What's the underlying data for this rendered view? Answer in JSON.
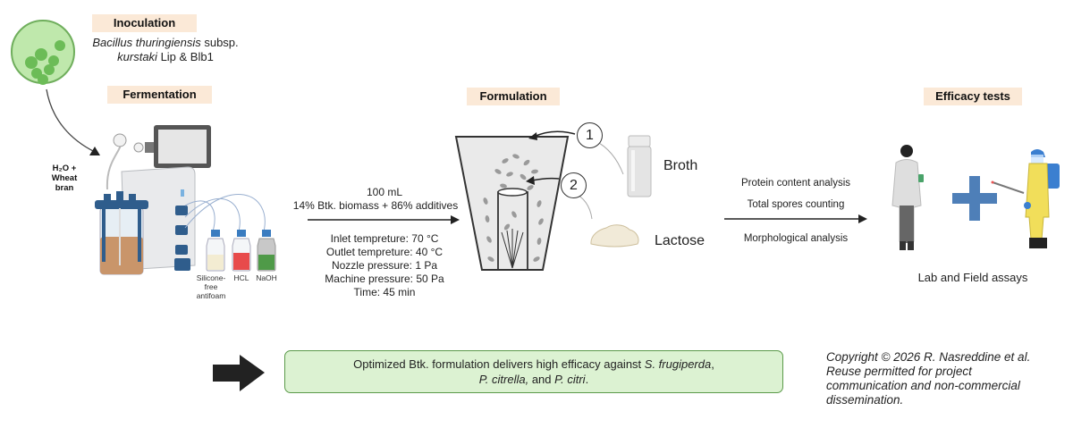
{
  "stages": {
    "inoculation": {
      "label": "Inoculation",
      "organism_line1_italic": "Bacillus thuringiensis",
      "organism_line1_rest": " subsp.",
      "organism_line2_italic": "kurstaki",
      "organism_line2_rest": " Lip & Blb1"
    },
    "fermentation": {
      "label": "Fermentation",
      "input_label_line1": "H₂O +",
      "input_label_line2": "Wheat",
      "input_label_line3": "bran",
      "bottles": [
        {
          "label_line1": "Silicone-",
          "label_line2": "free",
          "label_line3": "antifoam",
          "liquid_color": "#f3ecd2"
        },
        {
          "label_line1": "HCL",
          "label_line2": "",
          "label_line3": "",
          "liquid_color": "#e84b4b"
        },
        {
          "label_line1": "NaOH",
          "label_line2": "",
          "label_line3": "",
          "liquid_color": "#4f9a48"
        }
      ]
    },
    "spray_drying": {
      "volume": "100 mL",
      "composition": "14% Btk. biomass + 86% additives",
      "parameters": [
        "Inlet tempreture: 70 °C",
        "Outlet tempreture: 40 °C",
        "Nozzle pressure: 1 Pa",
        "Machine pressure: 50 Pa",
        "Time: 45 min"
      ]
    },
    "formulation": {
      "label": "Formulation",
      "inputs": [
        {
          "step": "1",
          "name": "Broth"
        },
        {
          "step": "2",
          "name": "Lactose"
        }
      ]
    },
    "analysis": {
      "items": [
        "Protein content analysis",
        "Total spores counting",
        "Morphological analysis"
      ]
    },
    "efficacy": {
      "label": "Efficacy tests",
      "caption": "Lab and Field assays"
    }
  },
  "conclusion": {
    "line1_prefix": "Optimized Btk. formulation delivers high efficacy against ",
    "line1_italic": "S. frugiperda",
    "line1_suffix": ",",
    "line2_italic_a": "P. citrella,",
    "line2_mid": " and ",
    "line2_italic_b": "P. citri",
    "line2_suffix": "."
  },
  "copyright": {
    "line1": "Copyright © 2026 R. Nasreddine et al.",
    "line2": "Reuse permitted for project",
    "line3": "communication and non-commercial",
    "line4": "dissemination."
  },
  "colors": {
    "stage_label_bg": "#fbe9d7",
    "conclusion_bg": "#dcf2d2",
    "conclusion_border": "#5b9a4a",
    "plus_sign": "#4e7fb8",
    "cell_green": "#7cc86a",
    "fermenter_blue": "#2f5d8c",
    "broth_brown": "#c9956a"
  }
}
